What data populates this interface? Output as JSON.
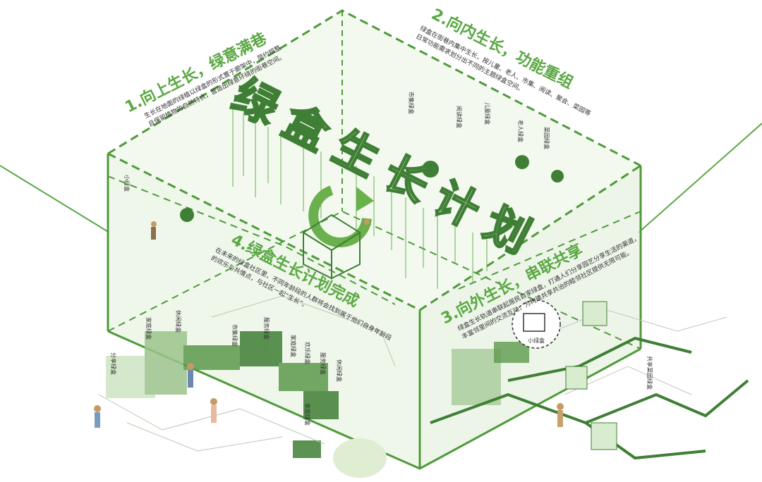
{
  "main_title": "绿盒生长计划",
  "sections": {
    "up": {
      "heading": "1.向上生长，绿意满巷",
      "desc_line1": "生长在地面的绿植以绿盒的形式置于廊架中，简约规整",
      "desc_line2": "且保留植物的自然特点，营造出绿意环绕的街巷空间。"
    },
    "inward": {
      "heading": "2.向内生长，功能重组",
      "desc_line1": "绿盒在街巷内集中生长，按儿童、老人、市集、阅读、聚会、菜园等",
      "desc_line2": "日常功能需求划分出不同的主题绿盒空间。"
    },
    "outward": {
      "heading": "3.向外生长，串联共享",
      "desc_line1": "绿盒生长轨道串联起居民自家绿盒，打通人们分享园艺分享生活的渠道，",
      "desc_line2": "丰富邻里间的交流互动，为构建共享共治的睦邻社区提供无限可能。"
    },
    "complete": {
      "heading": "4.绿盒生长计划完成",
      "desc_line1": "在未来的绿盒社区里，不同年龄段的人群将会找到属于他们自身年龄段",
      "desc_line2": "的欢乐与共情点，与社区一起“生长”。"
    }
  },
  "box_labels": {
    "left_tag": "小绿盒",
    "market": "市集绿盒",
    "family": "家庭绿盒",
    "fun": "欢乐绿盒",
    "service": "服务绿盒",
    "leisure": "休闲绿盒",
    "reading": "阅读绿盒",
    "kids": "儿童绿盒",
    "elder": "老人绿盒",
    "garden": "菜园绿盒",
    "share": "分享绿盒",
    "shared_garden": "共享菜园绿盒",
    "small_box": "小绿盒"
  },
  "colors": {
    "accent_green": "#5aa843",
    "dashed_green": "#4e9a3a",
    "box_face": "#eaf4e4",
    "tag_green": "#6ab04c"
  }
}
